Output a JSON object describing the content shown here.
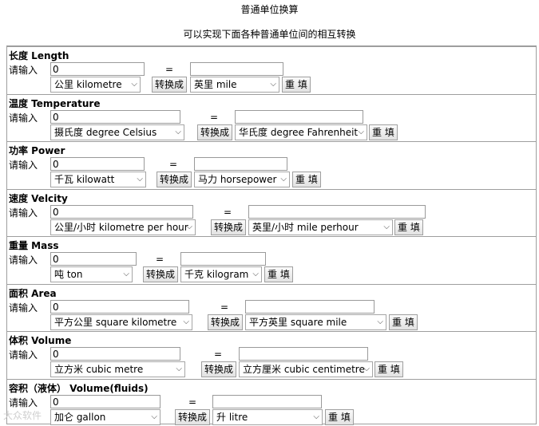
{
  "page": {
    "title": "普通单位换算",
    "subtitle": "可以实现下面各种普通单位间的相互转换"
  },
  "labels": {
    "input": "请输入",
    "equals": "=",
    "convert": "转换成",
    "reset": "重 填"
  },
  "sections": [
    {
      "title": "长度 Length",
      "value": "0",
      "from": "公里 kilometre",
      "to": "英里 mile"
    },
    {
      "title": "温度 Temperature",
      "value": "0",
      "from": "摄氏度 degree Celsius",
      "to": "华氏度 degree Fahrenheit"
    },
    {
      "title": "功率 Power",
      "value": "0",
      "from": "千瓦 kilowatt",
      "to": "马力 horsepower"
    },
    {
      "title": "速度 Velcity",
      "value": "0",
      "from": "公里/小时 kilometre per hour",
      "to": "英里/小时 mile perhour"
    },
    {
      "title": "重量 Mass",
      "value": "0",
      "from": "吨 ton",
      "to": "千克 kilogram"
    },
    {
      "title": "面积 Area",
      "value": "0",
      "from": "平方公里 square kilometre",
      "to": "平方英里 square mile"
    },
    {
      "title": "体积 Volume",
      "value": "0",
      "from": "立方米 cubic metre",
      "to": "立方厘米 cubic centimetre"
    },
    {
      "title": "容积（液体） Volume(fluids)",
      "value": "0",
      "from": "加仑 gallon",
      "to": "升 litre"
    }
  ],
  "icons": {
    "dropdown": "chevron-down-icon"
  },
  "watermark": "大众软件"
}
